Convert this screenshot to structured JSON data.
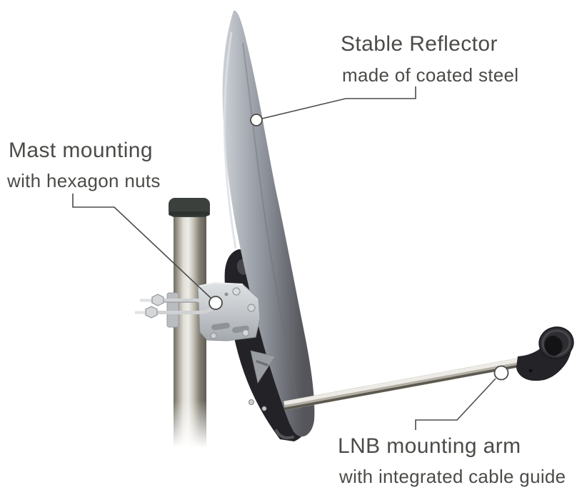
{
  "figure": {
    "background": "#ffffff",
    "text_color": "#4b4b48",
    "line_color": "#4b4b48",
    "marker_fill": "#ffffff"
  },
  "annotations": {
    "reflector": {
      "title": "Stable Reflector",
      "subtitle": "made of coated steel"
    },
    "mast": {
      "title": "Mast mounting",
      "subtitle": "with hexagon nuts"
    },
    "lnb": {
      "title": "LNB mounting arm",
      "subtitle": "with integrated cable guide"
    }
  },
  "colors": {
    "dish_light": "#cdd1d6",
    "dish_dark": "#55555b",
    "mount_black": "#232327",
    "bracket_metal": "#c3c7cb",
    "pole_highlight": "#edece8",
    "pole_shadow": "#5f5c53",
    "mast_cap": "#3b403c",
    "lnb_black": "#242428",
    "arm_chrome": "#b3afa5"
  }
}
